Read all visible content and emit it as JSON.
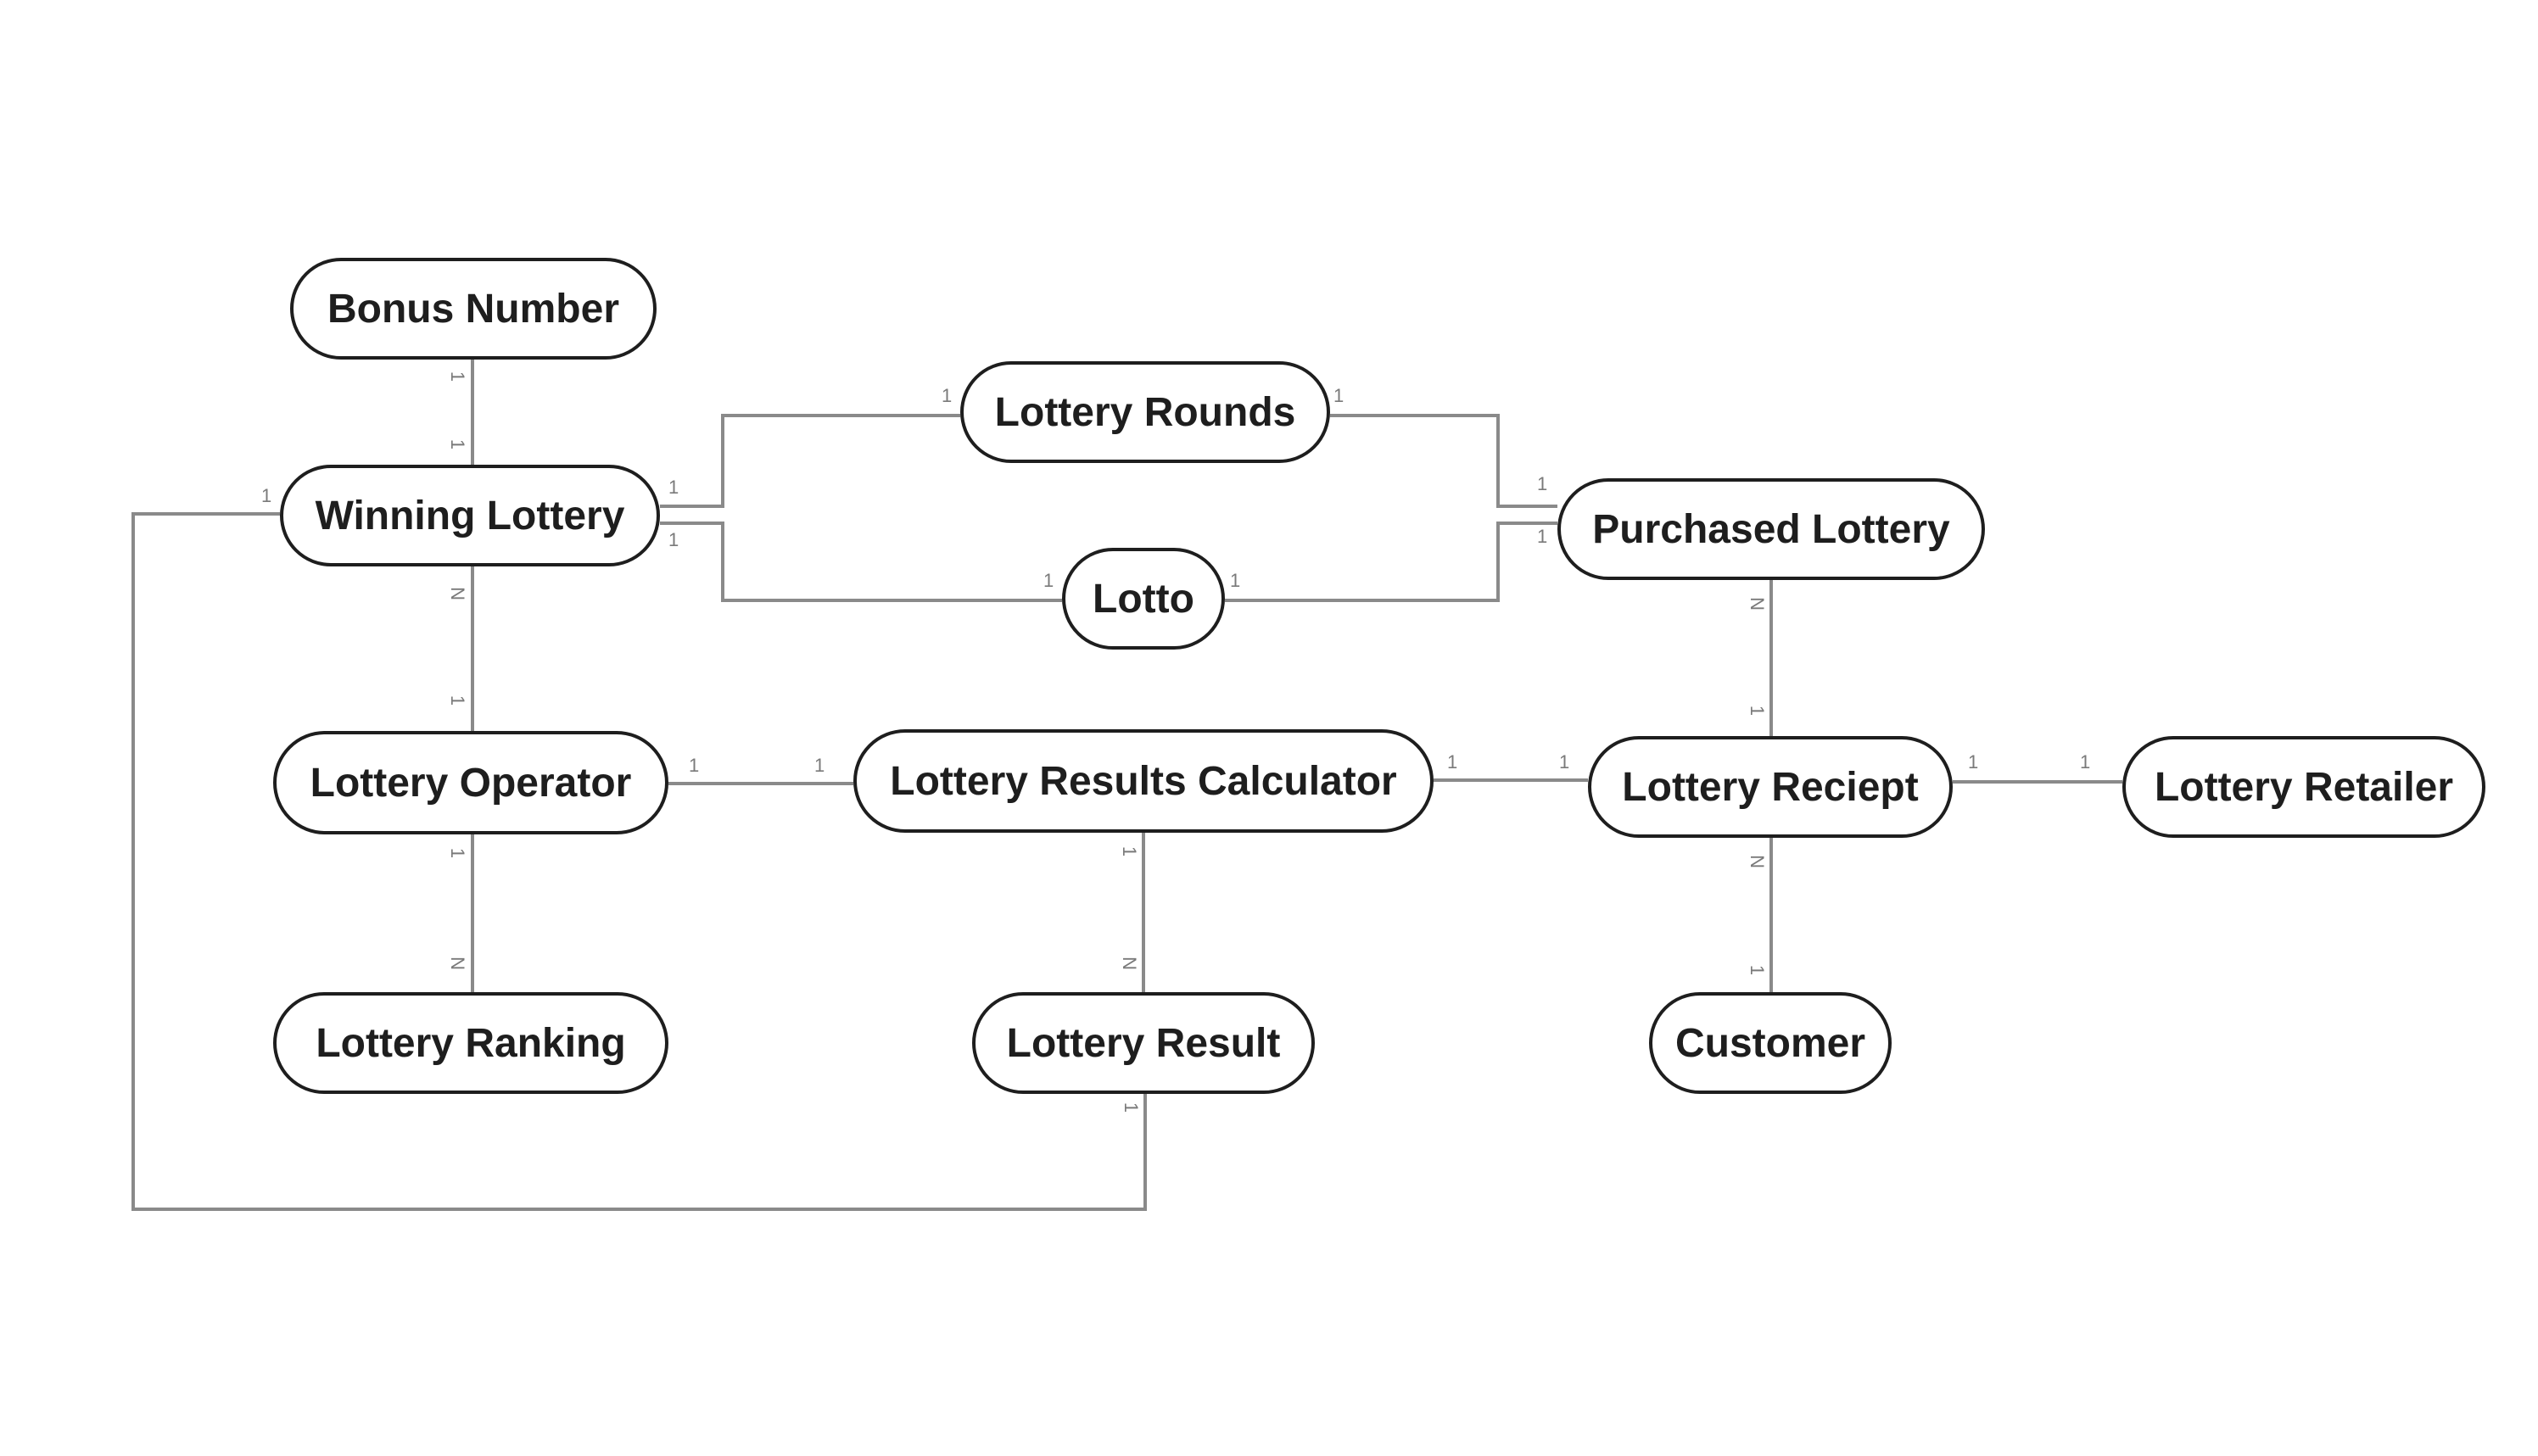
{
  "entities": {
    "bonus_number": "Bonus Number",
    "winning_lottery": "Winning Lottery",
    "lottery_rounds": "Lottery Rounds",
    "lotto": "Lotto",
    "purchased_lottery": "Purchased Lottery",
    "lottery_operator": "Lottery Operator",
    "lottery_results_calculator": "Lottery Results Calculator",
    "lottery_reciept": "Lottery Reciept",
    "lottery_retailer": "Lottery Retailer",
    "lottery_ranking": "Lottery Ranking",
    "lottery_result": "Lottery Result",
    "customer": "Customer"
  },
  "cardinalities": {
    "bonus_to_winning_a": "1",
    "bonus_to_winning_b": "1",
    "winning_to_rounds_a": "1",
    "winning_to_rounds_b": "1",
    "rounds_to_purchased_a": "1",
    "rounds_to_purchased_b": "1",
    "winning_to_lotto_a": "1",
    "winning_to_lotto_b": "1",
    "lotto_to_purchased_a": "1",
    "lotto_to_purchased_b": "1",
    "winning_to_operator_a": "N",
    "winning_to_operator_b": "1",
    "operator_to_calculator_a": "1",
    "operator_to_calculator_b": "1",
    "calculator_to_reciept_a": "1",
    "calculator_to_reciept_b": "1",
    "reciept_to_retailer_a": "1",
    "reciept_to_retailer_b": "1",
    "purchased_to_reciept_a": "N",
    "purchased_to_reciept_b": "1",
    "operator_to_ranking_a": "1",
    "operator_to_ranking_b": "N",
    "calculator_to_result_a": "1",
    "calculator_to_result_b": "N",
    "reciept_to_customer_a": "N",
    "reciept_to_customer_b": "1",
    "result_to_winning_a": "1",
    "result_to_winning_b": "1"
  }
}
